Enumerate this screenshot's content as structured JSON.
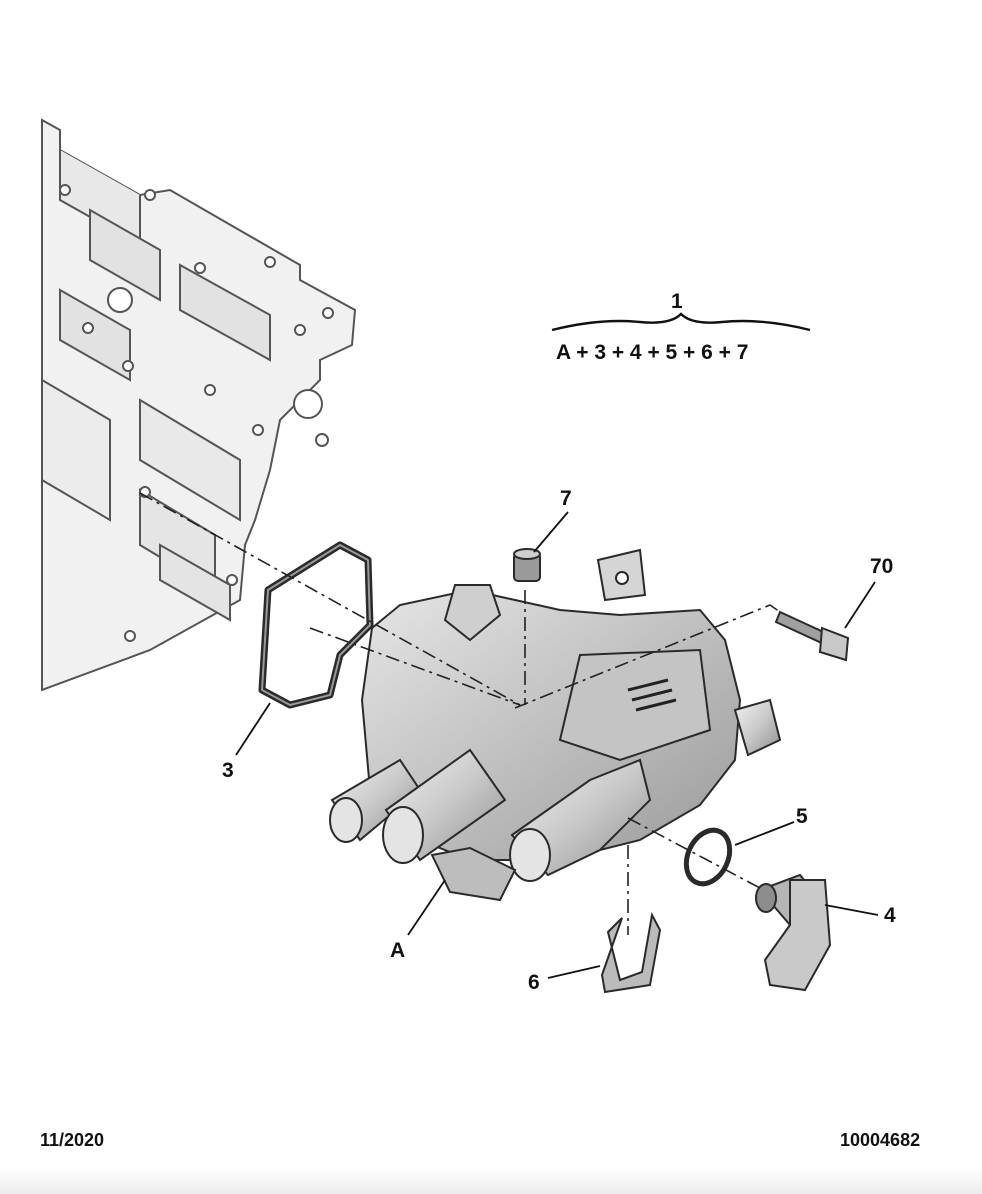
{
  "kit": {
    "number": "1",
    "formula": "A + 3 + 4 + 5 + 6 + 7"
  },
  "callouts": {
    "gasket": "3",
    "sensor": "4",
    "o_ring": "5",
    "clip": "6",
    "cap": "7",
    "screw": "70",
    "housing": "A"
  },
  "footer": {
    "date": "11/2020",
    "reference": "10004682"
  },
  "colors": {
    "line": "#2a2a2a",
    "part_fill": "#d9d9d9",
    "part_dark": "#a8a8a8",
    "block_fill": "#f0f0f0"
  }
}
